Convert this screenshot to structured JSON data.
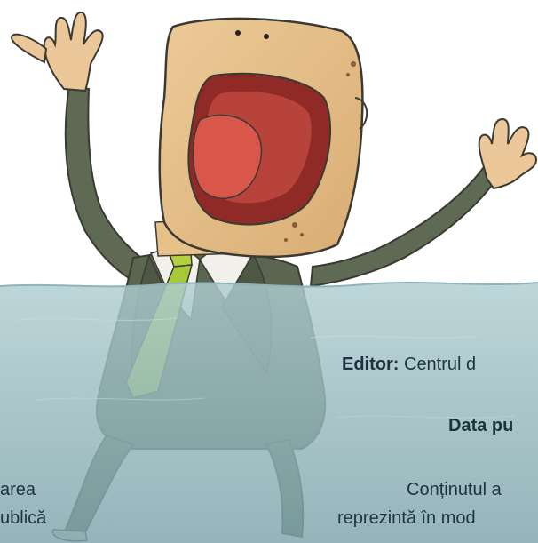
{
  "illustration": {
    "subject": "panicked-businessman-drowning",
    "colors": {
      "water_top": "#a9c8cc",
      "water_bottom": "#7fa6ad",
      "head": "#e7c08a",
      "mouth": "#9b2e2a",
      "tongue": "#d9574a",
      "skin": "#ecc79a",
      "suit": "#5b6650",
      "tie": "#a8c93a",
      "outline": "#3a3a33"
    }
  },
  "text": {
    "editor_label": "Editor:",
    "editor_value": " Centrul d",
    "date_label": "Data pu",
    "para_left_1": "area",
    "para_left_2": "ublică",
    "para_right_1": "Conținutul a",
    "para_right_2": "reprezintă în mod"
  }
}
